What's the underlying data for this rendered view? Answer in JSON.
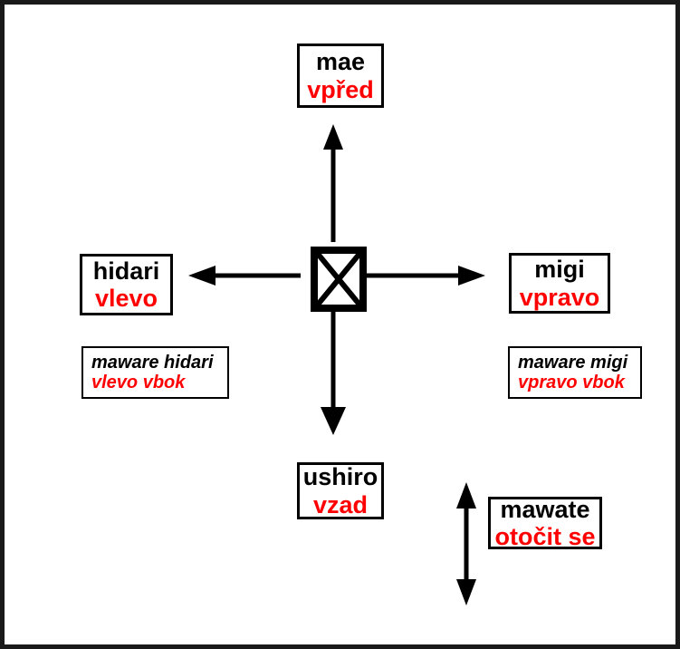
{
  "diagram": {
    "title": "Japanese direction commands with Czech translations",
    "colors": {
      "japanese_text": "#000000",
      "czech_text": "#ff0000",
      "stroke": "#000000",
      "frame": "#1a1a1a",
      "background": "#ffffff"
    },
    "labels": {
      "forward": {
        "japanese": "mae",
        "czech": "vpřed"
      },
      "left": {
        "japanese": "hidari",
        "czech": "vlevo"
      },
      "right": {
        "japanese": "migi",
        "czech": "vpravo"
      },
      "back": {
        "japanese": "ushiro",
        "czech": "vzad"
      },
      "turn_left": {
        "japanese": "maware hidari",
        "czech": "vlevo vbok"
      },
      "turn_right": {
        "japanese": "maware migi",
        "czech": "vpravo vbok"
      },
      "turn_around": {
        "japanese": "mawate",
        "czech": "otočit se"
      }
    },
    "icons": {
      "center": "crossed-square-icon",
      "arrow_up": "arrow-up-icon",
      "arrow_down": "arrow-down-icon",
      "arrow_left": "arrow-left-icon",
      "arrow_right": "arrow-right-icon",
      "arrow_double_vertical": "arrow-double-vertical-icon"
    }
  }
}
